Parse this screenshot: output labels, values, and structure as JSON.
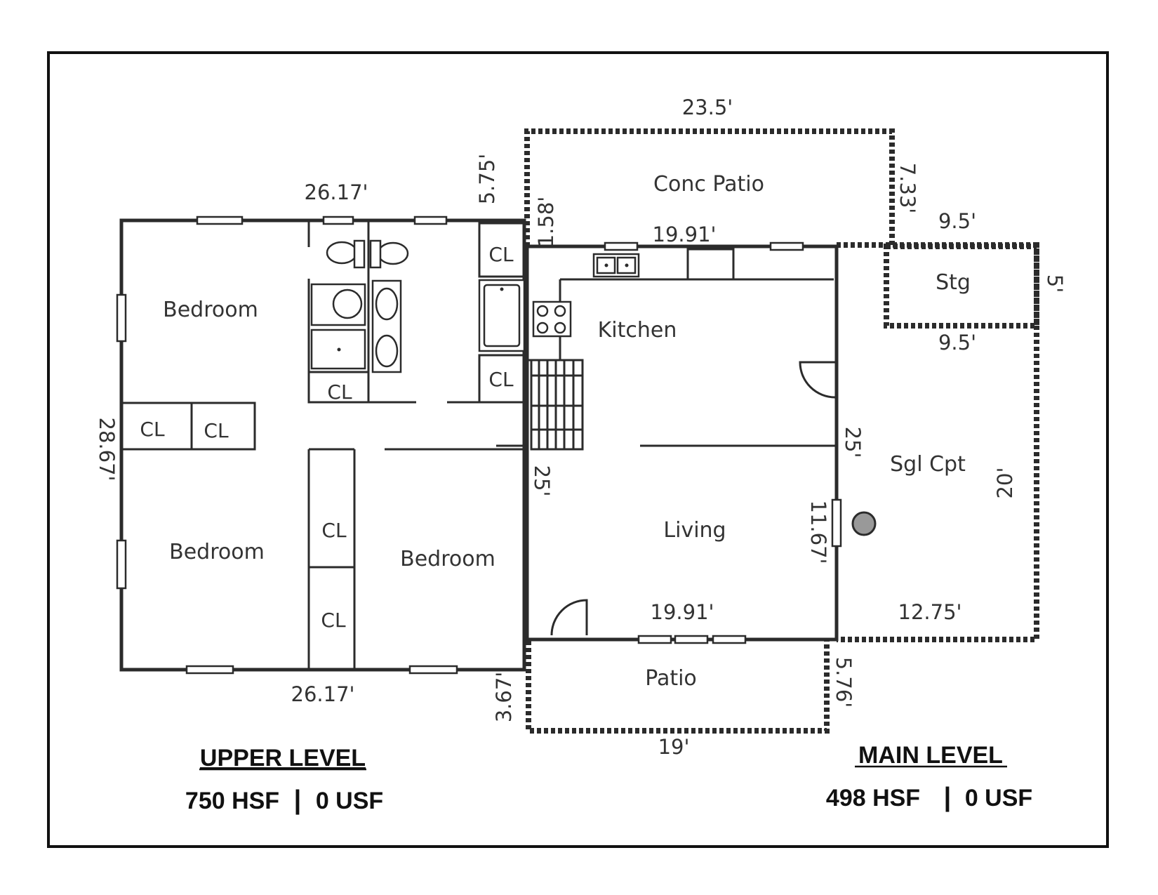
{
  "rooms": {
    "bedroom_nw": "Bedroom",
    "bedroom_sw": "Bedroom",
    "bedroom_se": "Bedroom",
    "kitchen": "Kitchen",
    "living": "Living",
    "conc_patio": "Conc Patio",
    "storage": "Stg",
    "carport": "Sgl Cpt",
    "patio": "Patio",
    "closet": "CL"
  },
  "dimensions": {
    "upper_top": "26.17'",
    "upper_bottom": "26.17'",
    "upper_left": "28.67'",
    "upper_right": "25'",
    "upper_notch_top": "5.75'",
    "upper_notch_bottom": "3.67'",
    "conc_patio_width": "23.5'",
    "conc_patio_depth": "7.33'",
    "conc_patio_offset": "1.58'",
    "main_top": "19.91'",
    "main_bottom": "19.91'",
    "main_divider": "25'",
    "main_door_wall": "11.67'",
    "storage_top": "9.5'",
    "storage_bottom": "9.5'",
    "storage_depth": "5'",
    "carport_depth": "20'",
    "carport_width": "12.75'",
    "patio_width": "19'",
    "patio_depth": "5.76'"
  },
  "levels": {
    "upper": {
      "title": "UPPER LEVEL",
      "area": "750 HSF",
      "separator": "|",
      "unfinished": "0 USF"
    },
    "main": {
      "title": "MAIN LEVEL",
      "area": "498 HSF",
      "separator": "|",
      "unfinished": "0 USF"
    }
  }
}
